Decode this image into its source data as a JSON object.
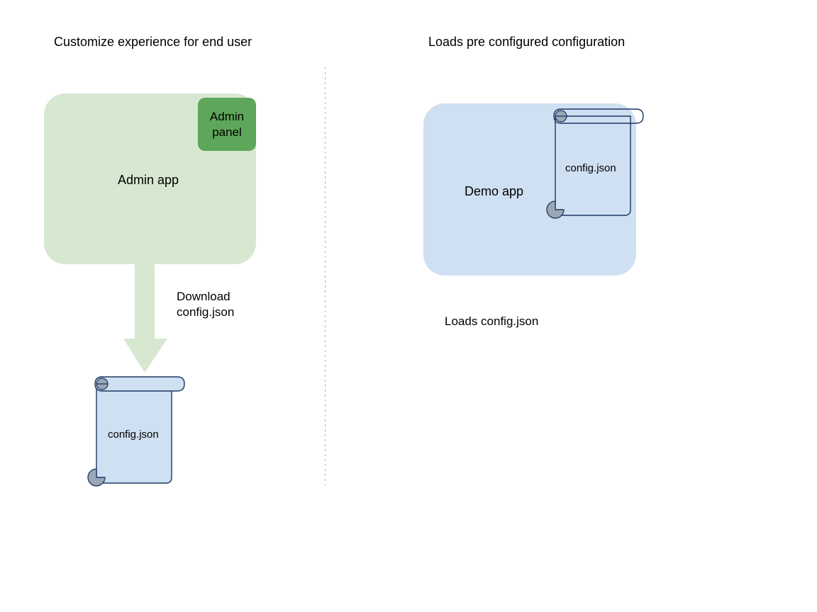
{
  "diagram": {
    "left_column": {
      "heading": "Customize experience for end user",
      "app": {
        "label": "Admin app",
        "fill_color": "#d7e8d0"
      },
      "admin_panel": {
        "label_line1": "Admin",
        "label_line2": "panel",
        "fill_color": "#5ea65a"
      },
      "arrow": {
        "label_line1": "Download",
        "label_line2": "config.json",
        "color": "#d7e8d0",
        "direction": "down"
      },
      "document": {
        "label": "config.json",
        "fill_color": "#cfe0f2",
        "stroke_color": "#1f3864",
        "curl_color": "#9aa7b5",
        "icon": "scroll-icon"
      }
    },
    "right_column": {
      "heading": "Loads pre configured configuration",
      "app": {
        "label": "Demo app",
        "fill_color": "#cfe0f2"
      },
      "document": {
        "label": "config.json",
        "fill_color": "transparent",
        "stroke_color": "#1f3864",
        "curl_color": "#9aa7b5",
        "icon": "scroll-icon"
      },
      "caption": "Loads config.json"
    },
    "divider": {
      "style": "dotted-vertical",
      "color": "#b3b3b3"
    }
  }
}
